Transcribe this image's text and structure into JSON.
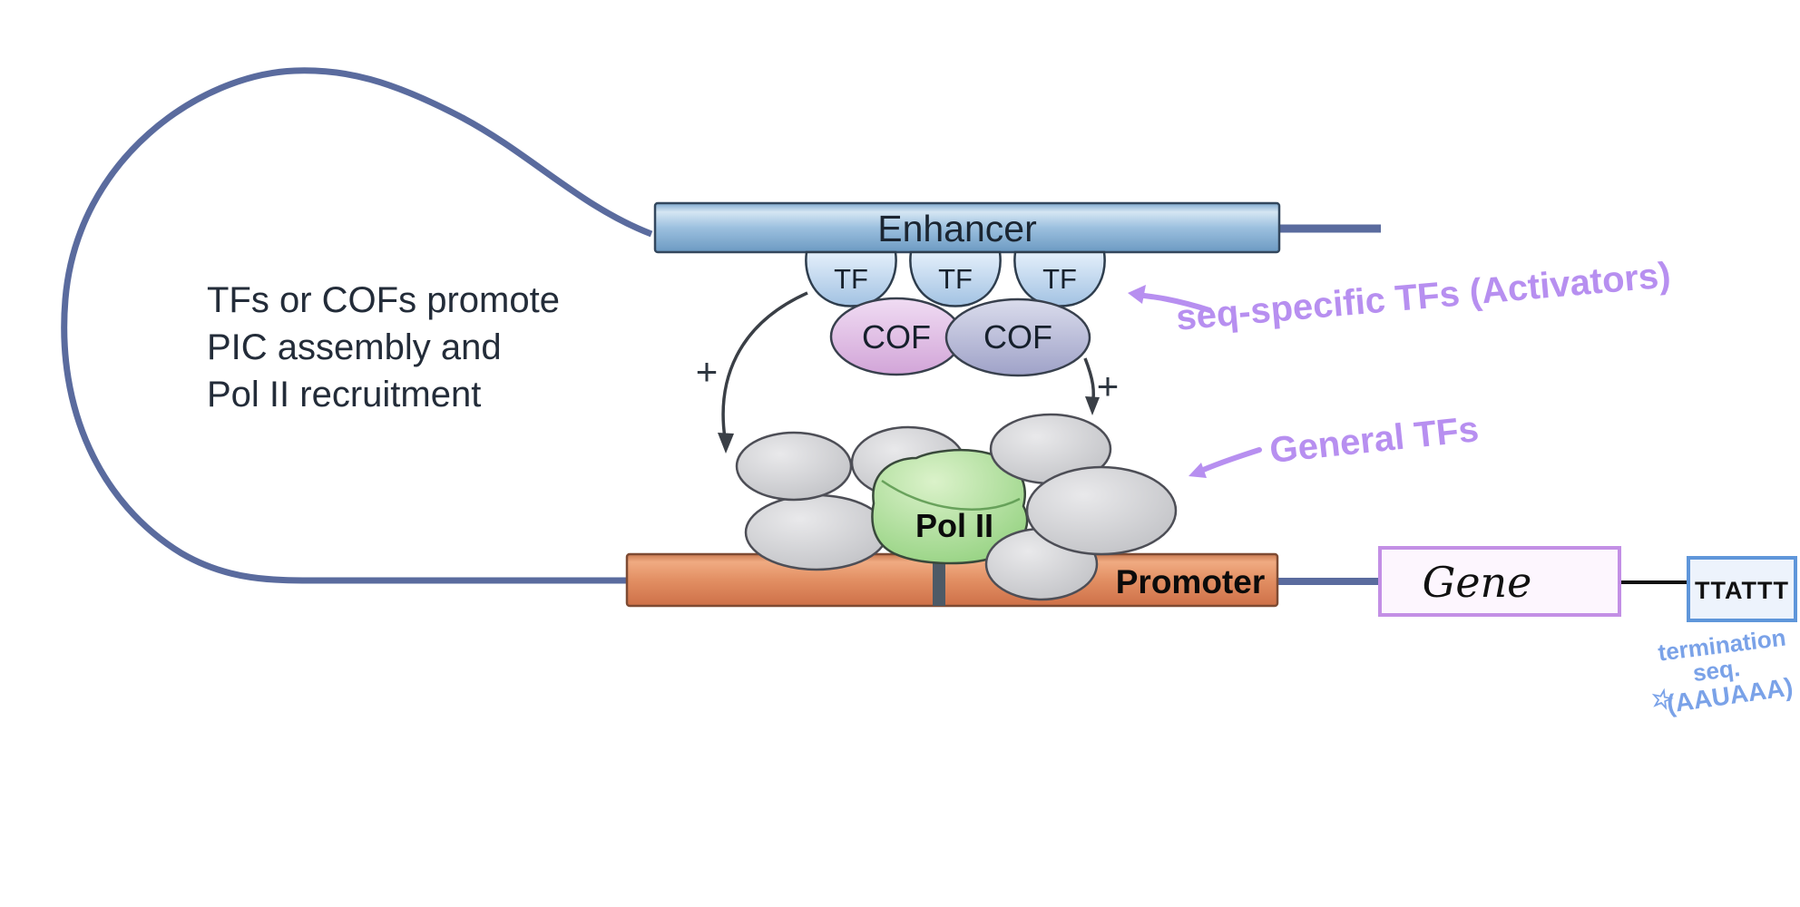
{
  "caption": {
    "line1": "TFs or COFs promote",
    "line2": "PIC assembly and",
    "line3": "Pol II recruitment"
  },
  "enhancer": {
    "label": "Enhancer"
  },
  "promoter": {
    "label": "Promoter"
  },
  "gene": {
    "label": "Gene"
  },
  "termination_box": {
    "label": "TTATTT"
  },
  "tf": {
    "labels": [
      "TF",
      "TF",
      "TF"
    ]
  },
  "cof": {
    "labels": [
      "COF",
      "COF"
    ]
  },
  "polii": {
    "label": "Pol II"
  },
  "plus": {
    "left": "+",
    "right": "+"
  },
  "annotations": {
    "seq_specific": "seq-specific TFs (Activators)",
    "general_tfs": "General TFs",
    "termination_1": "termination",
    "termination_2": "seq.",
    "termination_3": "(AAUAAA)",
    "star": "☆"
  },
  "colors": {
    "dna_line": "#5a6b9e",
    "enhancer_fill": "#82aed3",
    "promoter_fill": "#e08b60",
    "tss_tick": "#4e5a66",
    "tf_fill": "#c3d8ee",
    "cof_pink": "#e3c2e8",
    "cof_purple": "#b6b9d8",
    "gtf_gray": "#cfd0d3",
    "polii_green": "#a8db92",
    "gene_box_stroke": "#c38fe5",
    "termination_box_stroke": "#5f96da",
    "purple_ink": "#b78ff0",
    "blue_ink": "#7aa2e8"
  }
}
